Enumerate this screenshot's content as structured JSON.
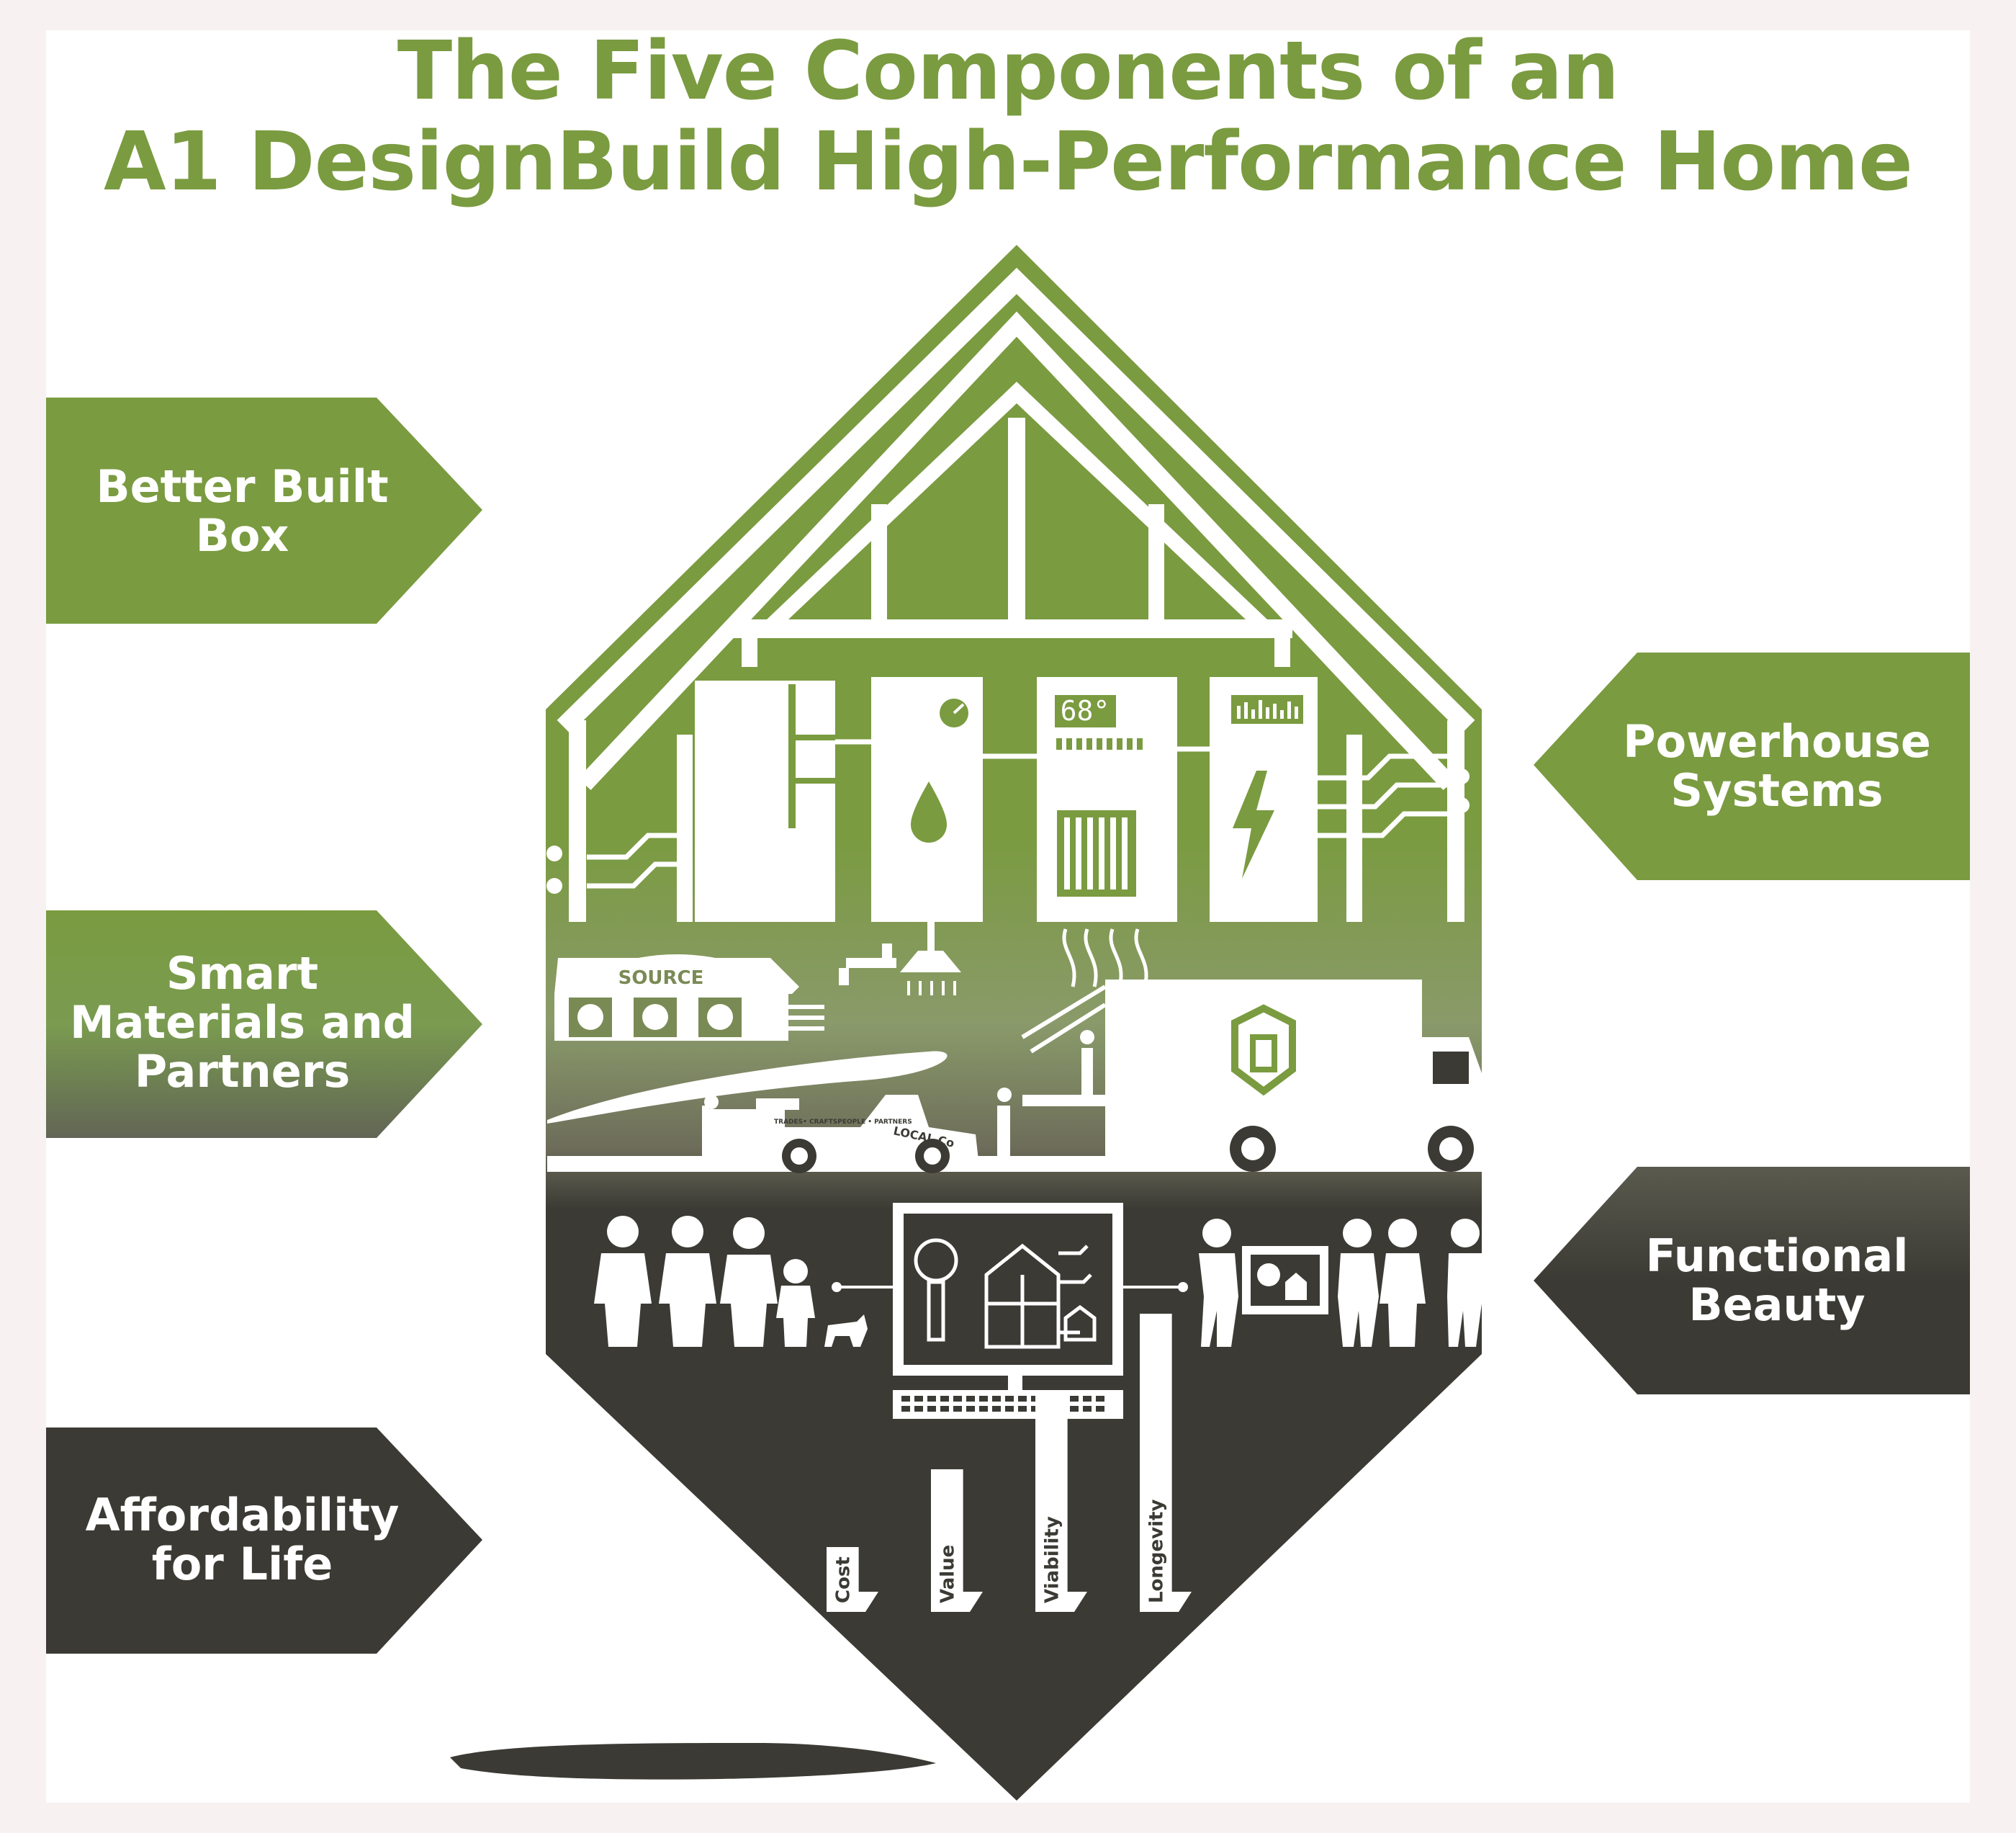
{
  "title": {
    "line1": "The Five Components of an",
    "line2": "A1 DesignBuild High-Performance Home"
  },
  "components": [
    {
      "label": "Better Built\nBox",
      "color": "#7a9b40",
      "side": "left"
    },
    {
      "label": "Powerhouse\nSystems",
      "color": "#7a9b40",
      "side": "right"
    },
    {
      "label": "Smart\nMaterials and\nPartners",
      "color": "#7a9b40",
      "side": "left"
    },
    {
      "label": "Functional\nBeauty",
      "color": "#3b3a34",
      "side": "right"
    },
    {
      "label": "Affordability\nfor Life",
      "color": "#3b3a34",
      "side": "left"
    }
  ],
  "illustration": {
    "thermostat": "68°",
    "store_sign": "SOURCE",
    "truck_text": "TRADES• CRAFTSPEOPLE • PARTNERS",
    "truck_logo": "LOCAL Co",
    "bars": [
      {
        "label": "Cost",
        "level": 1
      },
      {
        "label": "Value",
        "level": 2
      },
      {
        "label": "Viability",
        "level": 3
      },
      {
        "label": "Longevity",
        "level": 4
      }
    ]
  },
  "colors": {
    "green": "#7a9b40",
    "dark": "#3b3a34",
    "white": "#ffffff"
  },
  "icons": [
    "water-drop-icon",
    "lightning-icon",
    "faucet-icon",
    "shower-icon",
    "tree-icon",
    "recycle-icon",
    "globe-icon",
    "logo-shield-icon"
  ]
}
